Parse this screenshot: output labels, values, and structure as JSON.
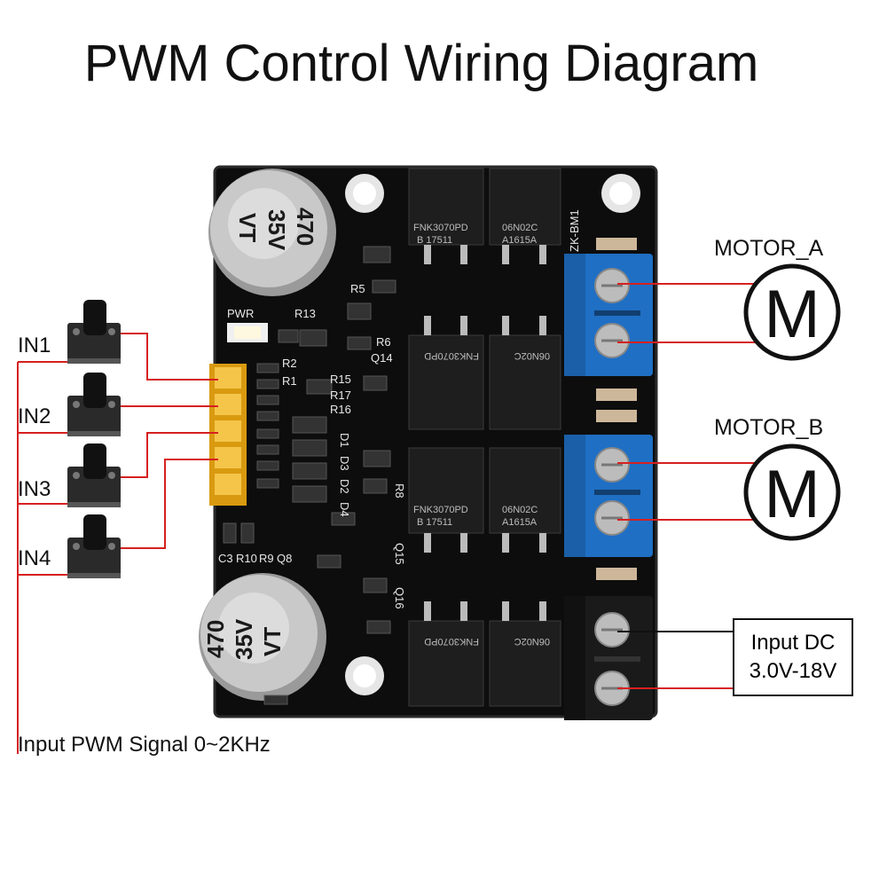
{
  "title": "PWM Control Wiring Diagram",
  "inputs": [
    {
      "label": "IN1"
    },
    {
      "label": "IN2"
    },
    {
      "label": "IN3"
    },
    {
      "label": "IN4"
    }
  ],
  "signal_label": "Input PWM Signal 0~2KHz",
  "motors": [
    {
      "label": "MOTOR_A",
      "symbol": "M"
    },
    {
      "label": "MOTOR_B",
      "symbol": "M"
    }
  ],
  "power_input": {
    "line1": "Input DC",
    "line2": "3.0V-18V"
  },
  "board": {
    "model": "ZK-BM1",
    "capacitor_top": {
      "value": "470",
      "voltage": "35V",
      "series": "VT"
    },
    "capacitor_bottom": {
      "value": "470",
      "voltage": "35V",
      "series": "VT"
    },
    "mosfet_p": {
      "part": "FNK3070PD",
      "code": "B 17511"
    },
    "mosfet_n": {
      "part": "06N02C",
      "code": "A1615A"
    },
    "silkscreen": [
      "PWR",
      "R13",
      "R5",
      "R6",
      "Q14",
      "R15",
      "R17",
      "R16",
      "R1",
      "R2",
      "D1",
      "D3",
      "D2",
      "D4",
      "R8",
      "Q15",
      "Q16",
      "C3",
      "R10",
      "R9",
      "Q8"
    ]
  },
  "colors": {
    "wire": "#d62020",
    "board": "#0d0d0d",
    "terminal_blue": "#1f6fc4",
    "terminal_black": "#1a1a1a",
    "header_pins": "#f2b01e"
  }
}
